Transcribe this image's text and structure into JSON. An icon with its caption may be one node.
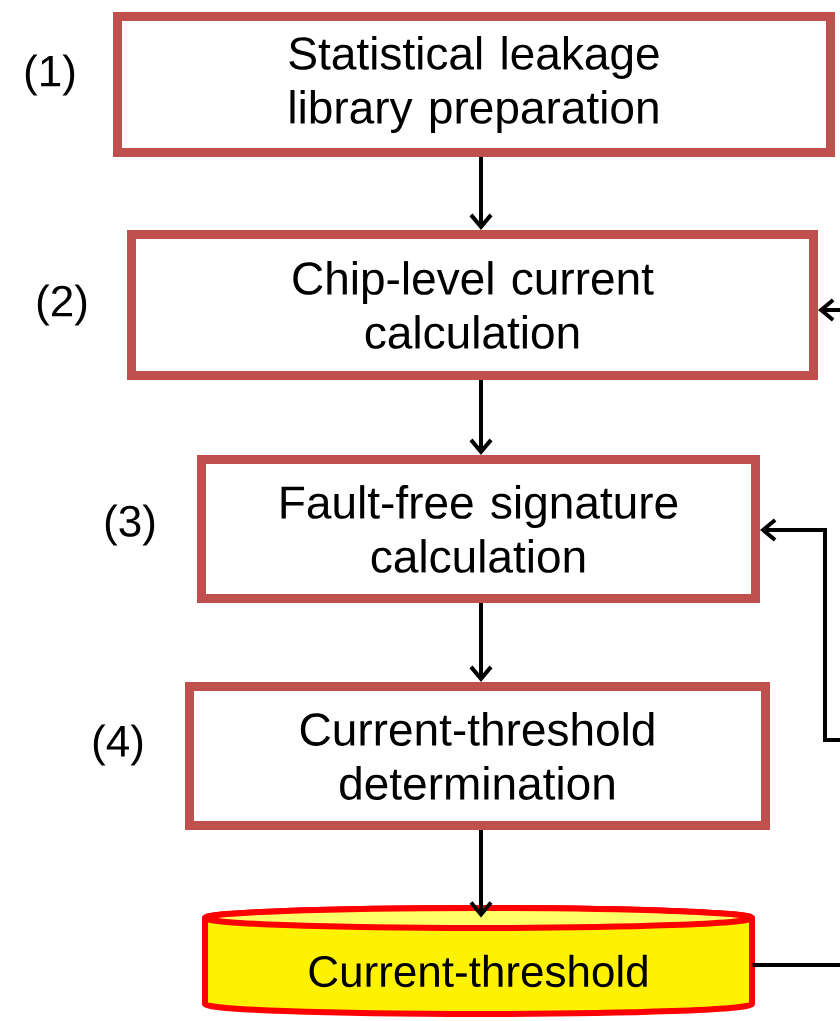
{
  "diagram": {
    "nodes": [
      {
        "text": [
          "Statistical leakage library preparation"
        ],
        "beside": [
          "(1)"
        ]
      },
      {
        "text": [
          "Chip-level current calculation"
        ],
        "beside": [
          "(2)"
        ]
      },
      {
        "text": [
          "Fault-free signature calculation"
        ],
        "beside": [
          "(3)"
        ]
      },
      {
        "text": [
          "Current-threshold determination"
        ],
        "beside": [
          "(4)"
        ]
      },
      {
        "text": [
          "Current-threshold"
        ]
      }
    ],
    "edges": [
      {
        "from": 0,
        "to": 1,
        "arrow": "to"
      },
      {
        "from": 1,
        "to": 2,
        "arrow": "to"
      },
      {
        "from": 2,
        "to": 3,
        "arrow": "to"
      },
      {
        "from": 3,
        "to": 4,
        "arrow": "to"
      },
      {
        "from": null,
        "to": 1,
        "arrow": "to"
      },
      {
        "from": null,
        "to": 2,
        "arrow": "to"
      },
      {
        "from": 4,
        "to": null,
        "arrow": "none"
      }
    ]
  }
}
